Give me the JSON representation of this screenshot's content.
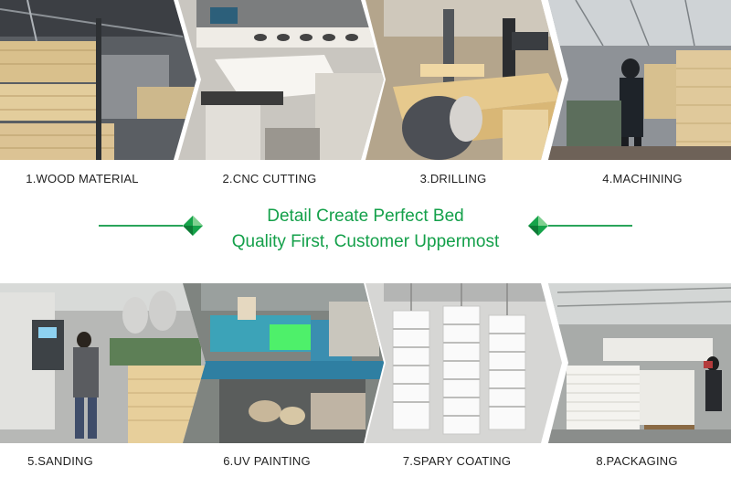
{
  "steps_top": [
    {
      "label": "1.WOOD MATERIAL",
      "photo_icon": "wood-stack-photo"
    },
    {
      "label": "2.CNC CUTTING",
      "photo_icon": "cnc-machine-photo"
    },
    {
      "label": "3.DRILLING",
      "photo_icon": "drilling-photo"
    },
    {
      "label": "4.MACHINING",
      "photo_icon": "machining-photo"
    }
  ],
  "steps_bottom": [
    {
      "label": "5.SANDING",
      "photo_icon": "sanding-photo"
    },
    {
      "label": "6.UV PAINTING",
      "photo_icon": "uv-painting-photo"
    },
    {
      "label": "7.SPARY COATING",
      "photo_icon": "spray-coating-photo"
    },
    {
      "label": "8.PACKAGING",
      "photo_icon": "packaging-photo"
    }
  ],
  "slogan": {
    "line1": "Detail Create Perfect Bed",
    "line2": "Quality First,  Customer Uppermost"
  },
  "colors": {
    "accent_green": "#14a04a",
    "line_green": "#2aa55a"
  }
}
